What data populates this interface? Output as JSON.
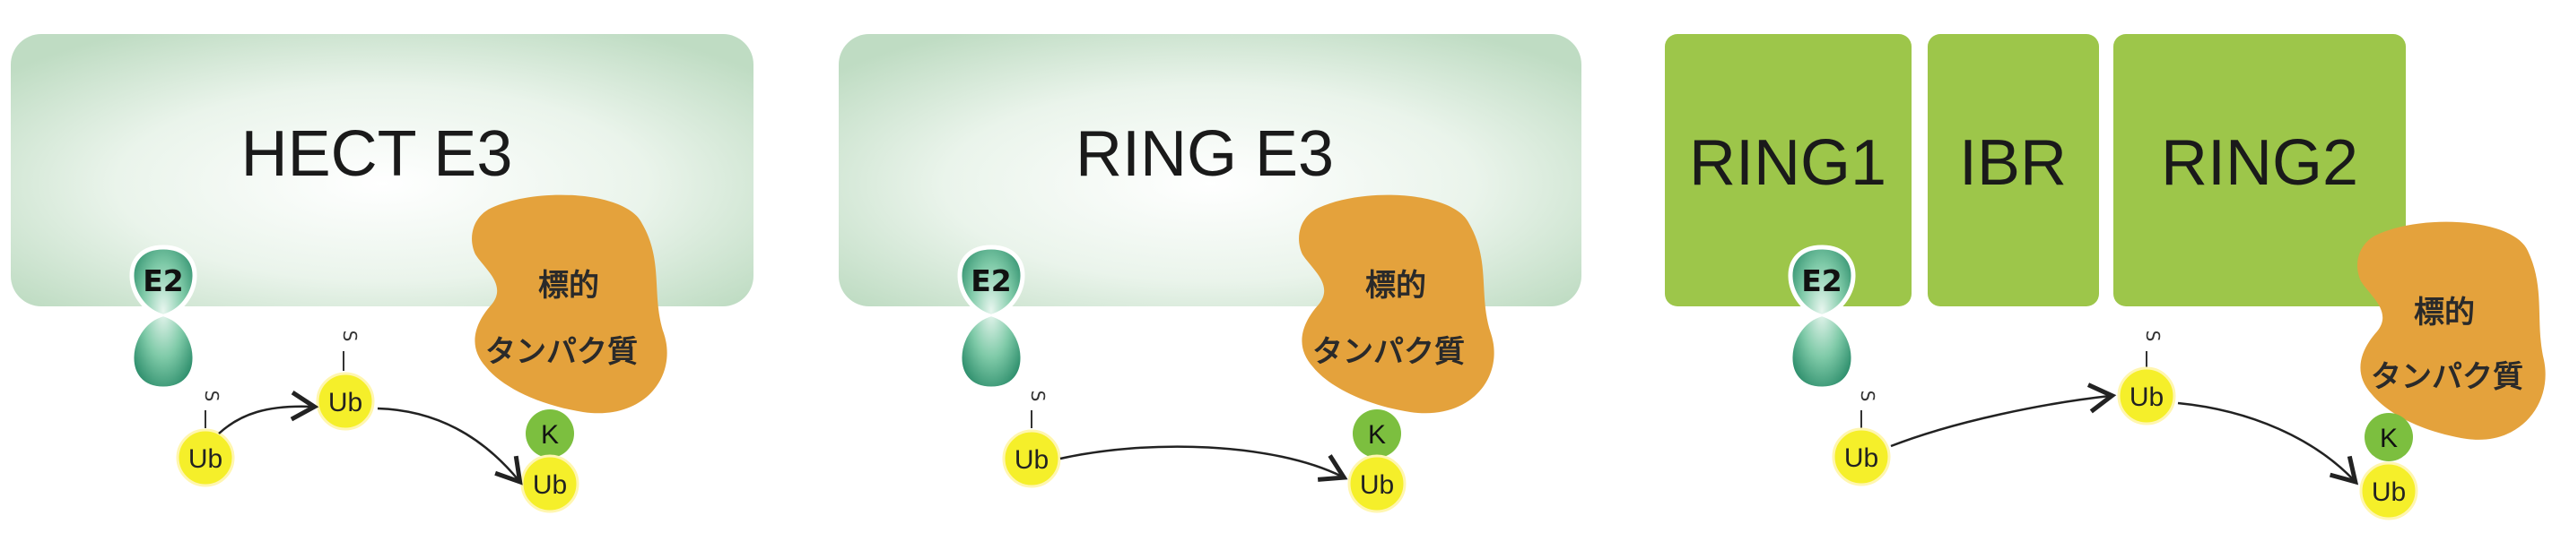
{
  "panels": [
    {
      "title": "HECT E3"
    },
    {
      "title": "RING E3"
    },
    {
      "domains": [
        "RING1",
        "IBR",
        "RING2"
      ]
    }
  ],
  "e2_label": "E2",
  "ub_label": "Ub",
  "lysine_label": "K",
  "thioester_label": "S",
  "substrate_label": [
    "標的",
    "タンパク質"
  ],
  "colors": {
    "e3_green_light": "#d3e9d6",
    "domain_green": "#9dc64a",
    "e2_teal": "#3a9e7c",
    "ubiquitin_yellow": "#f5ef2a",
    "lysine_green": "#7cbf3f",
    "substrate_orange": "#e4a23c"
  }
}
